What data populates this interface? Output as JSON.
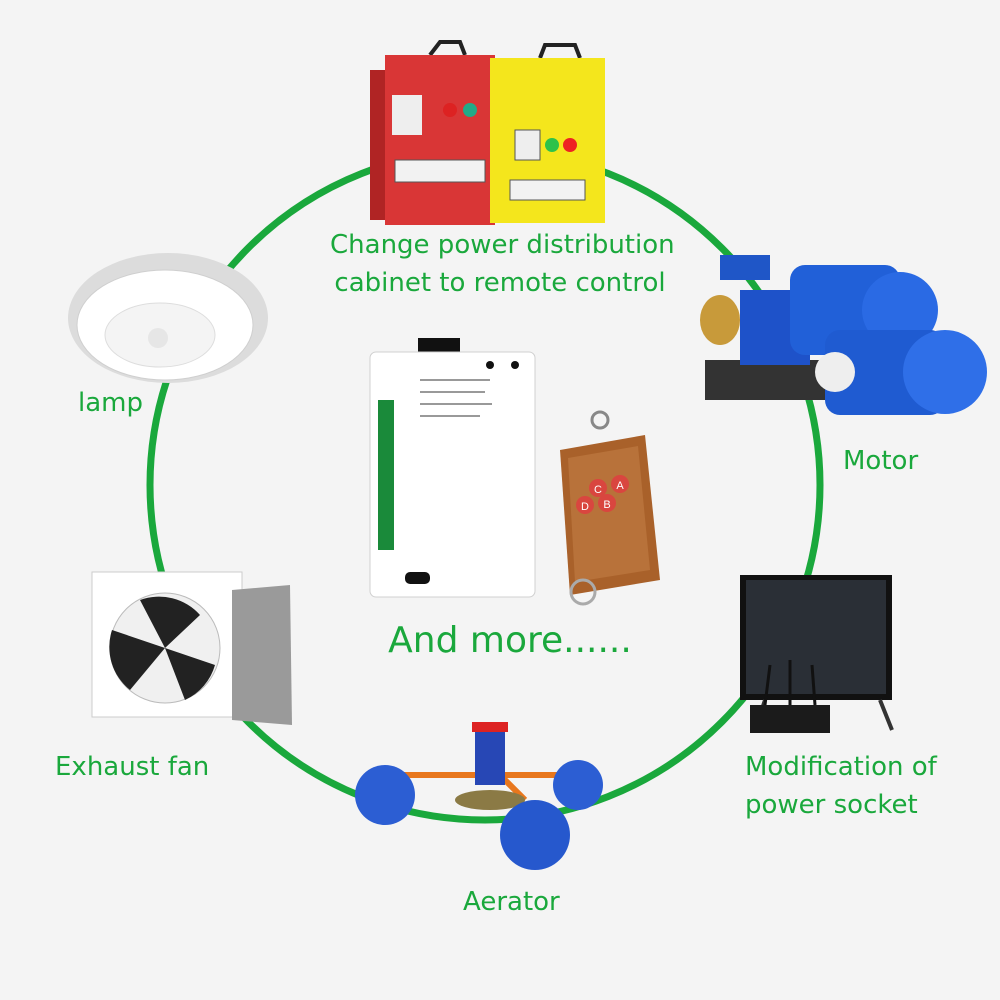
{
  "colors": {
    "ring": "#1aa83c",
    "label": "#1aa83c",
    "background": "#f4f4f4"
  },
  "labels": {
    "cabinet_line1": "Change power distribution",
    "cabinet_line2": "cabinet to remote control",
    "motor": "Motor",
    "socket_line1": "Modification of",
    "socket_line2": "power socket",
    "aerator": "Aerator",
    "fan": "Exhaust fan",
    "lamp": "lamp",
    "center": "And more......"
  },
  "remote_buttons": [
    "A",
    "B",
    "C",
    "D"
  ]
}
